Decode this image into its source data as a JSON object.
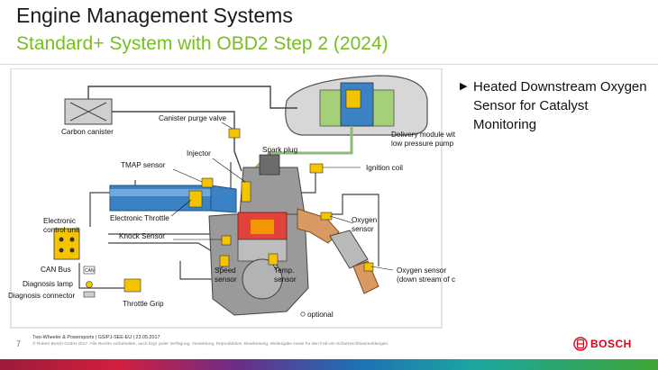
{
  "header": {
    "title": "Engine Management Systems",
    "subtitle": "Standard+ System with OBD2 Step 2 (2024)"
  },
  "bullet": {
    "text": "Heated Downstream Oxygen Sensor for Catalyst Monitoring"
  },
  "diagram": {
    "labels": {
      "carbon_canister": "Carbon canister",
      "canister_purge_valve": "Canister purge valve",
      "delivery_module_1": "Delivery module with",
      "delivery_module_2": "low pressure pump",
      "injector": "Injector",
      "spark_plug": "Spark plug",
      "tmap_sensor": "TMAP sensor",
      "ignition_coil": "Ignition coil",
      "electronic_control_unit_1": "Electronic",
      "electronic_control_unit_2": "control unit",
      "electronic_throttle": "Electronic Throttle",
      "knock_sensor": "Knock Sensor",
      "oxygen_sensor_1": "Oxygen",
      "oxygen_sensor_2": "sensor",
      "can_bus": "CAN Bus",
      "can_tag": "CAN",
      "diagnosis_lamp": "Diagnosis lamp",
      "diagnosis_connector": "Diagnosis connector",
      "speed_sensor_1": "Speed",
      "speed_sensor_2": "sensor",
      "temp_sensor_1": "Temp.",
      "temp_sensor_2": "sensor",
      "downstream_sensor_1": "Oxygen sensor",
      "downstream_sensor_2": "(down stream of cat)",
      "throttle_grip": "Throttle Grip",
      "optional": "optional"
    }
  },
  "footer": {
    "page_number": "7",
    "text": "Two-Wheeler & Powersports | GS/PJ-SEE-EU | 23.05.2017",
    "copyright": "© Robert Bosch GmbH 2017. Alle Rechte vorbehalten, auch bzgl. jeder Verfügung, Verwertung, Reproduktion, Bearbeitung, Weitergabe sowie für den Fall von Schutzrechtsanmeldungen.",
    "brand": "BOSCH"
  },
  "colors": {
    "accent_green": "#78be20",
    "bosch_red": "#e20015",
    "intake_blue": "#3a82c4",
    "sensor_yellow": "#f5c400"
  }
}
